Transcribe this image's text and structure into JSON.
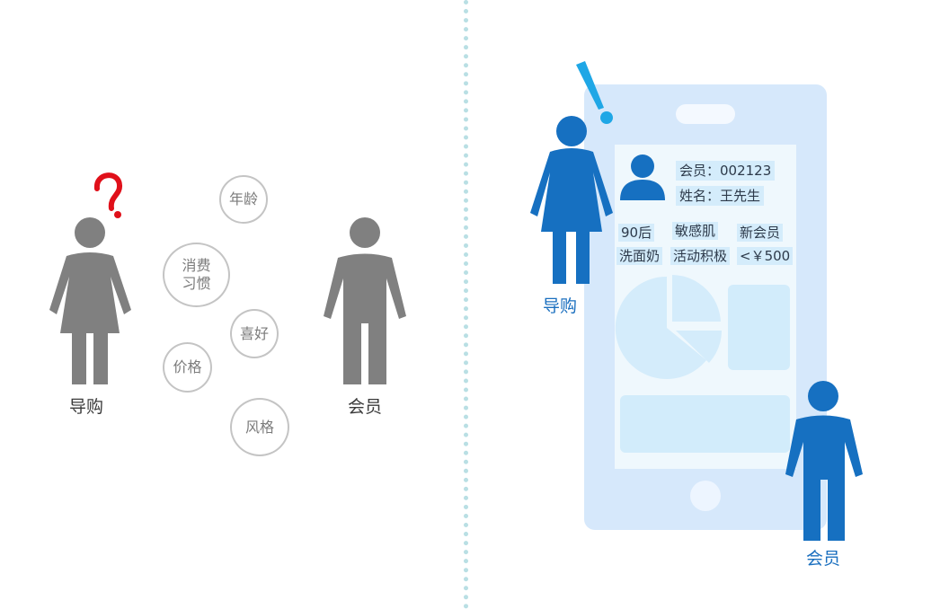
{
  "left": {
    "guide_label": "导购",
    "member_label": "会员",
    "bubbles": [
      {
        "text": "年龄"
      },
      {
        "text": "消费习惯"
      },
      {
        "text": "喜好"
      },
      {
        "text": "价格"
      },
      {
        "text": "风格"
      }
    ],
    "question_color": "#e0101a",
    "figure_color": "#808080"
  },
  "right": {
    "guide_label": "导购",
    "member_label": "会员",
    "figure_color": "#1670c1",
    "exclaim_color": "#1fa7e6",
    "phone": {
      "member_id": "会员：002123",
      "member_name": "姓名：王先生",
      "tags": [
        "90后",
        "敏感肌",
        "新会员",
        "洗面奶",
        "活动积极",
        "<￥500"
      ]
    }
  }
}
